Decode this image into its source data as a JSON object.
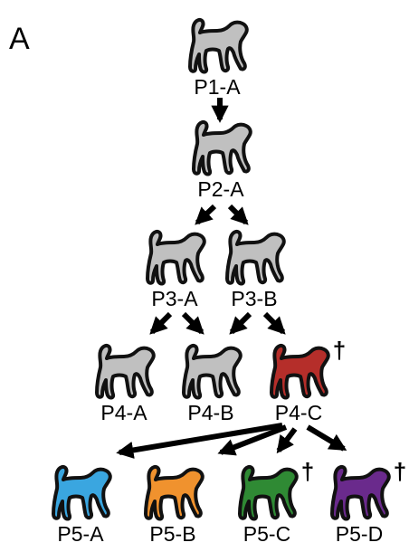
{
  "panel_label": "A",
  "arrow_color": "#000000",
  "outline_color": "#111111",
  "nodes": [
    {
      "id": "P1-A",
      "label": "P1-A",
      "color": "#c0c0c0",
      "deceased": false
    },
    {
      "id": "P2-A",
      "label": "P2-A",
      "color": "#c0c0c0",
      "deceased": false
    },
    {
      "id": "P3-A",
      "label": "P3-A",
      "color": "#c0c0c0",
      "deceased": false
    },
    {
      "id": "P3-B",
      "label": "P3-B",
      "color": "#c0c0c0",
      "deceased": false
    },
    {
      "id": "P4-A",
      "label": "P4-A",
      "color": "#c0c0c0",
      "deceased": false
    },
    {
      "id": "P4-B",
      "label": "P4-B",
      "color": "#c0c0c0",
      "deceased": false
    },
    {
      "id": "P4-C",
      "label": "P4-C",
      "color": "#b52e2a",
      "deceased": true
    },
    {
      "id": "P5-A",
      "label": "P5-A",
      "color": "#3aa6e0",
      "deceased": false
    },
    {
      "id": "P5-B",
      "label": "P5-B",
      "color": "#f0922e",
      "deceased": false
    },
    {
      "id": "P5-C",
      "label": "P5-C",
      "color": "#2f8a34",
      "deceased": true
    },
    {
      "id": "P5-D",
      "label": "P5-D",
      "color": "#6a2a8c",
      "deceased": true
    }
  ],
  "edges": [
    {
      "from": "P1-A",
      "to": "P2-A"
    },
    {
      "from": "P2-A",
      "to": "P3-A"
    },
    {
      "from": "P2-A",
      "to": "P3-B"
    },
    {
      "from": "P3-A",
      "to": "P4-A"
    },
    {
      "from": "P3-A",
      "to": "P4-B"
    },
    {
      "from": "P3-B",
      "to": "P4-B"
    },
    {
      "from": "P3-B",
      "to": "P4-C"
    },
    {
      "from": "P4-C",
      "to": "P5-A"
    },
    {
      "from": "P4-C",
      "to": "P5-B"
    },
    {
      "from": "P4-C",
      "to": "P5-C"
    },
    {
      "from": "P4-C",
      "to": "P5-D"
    }
  ],
  "dagger_symbol": "†"
}
